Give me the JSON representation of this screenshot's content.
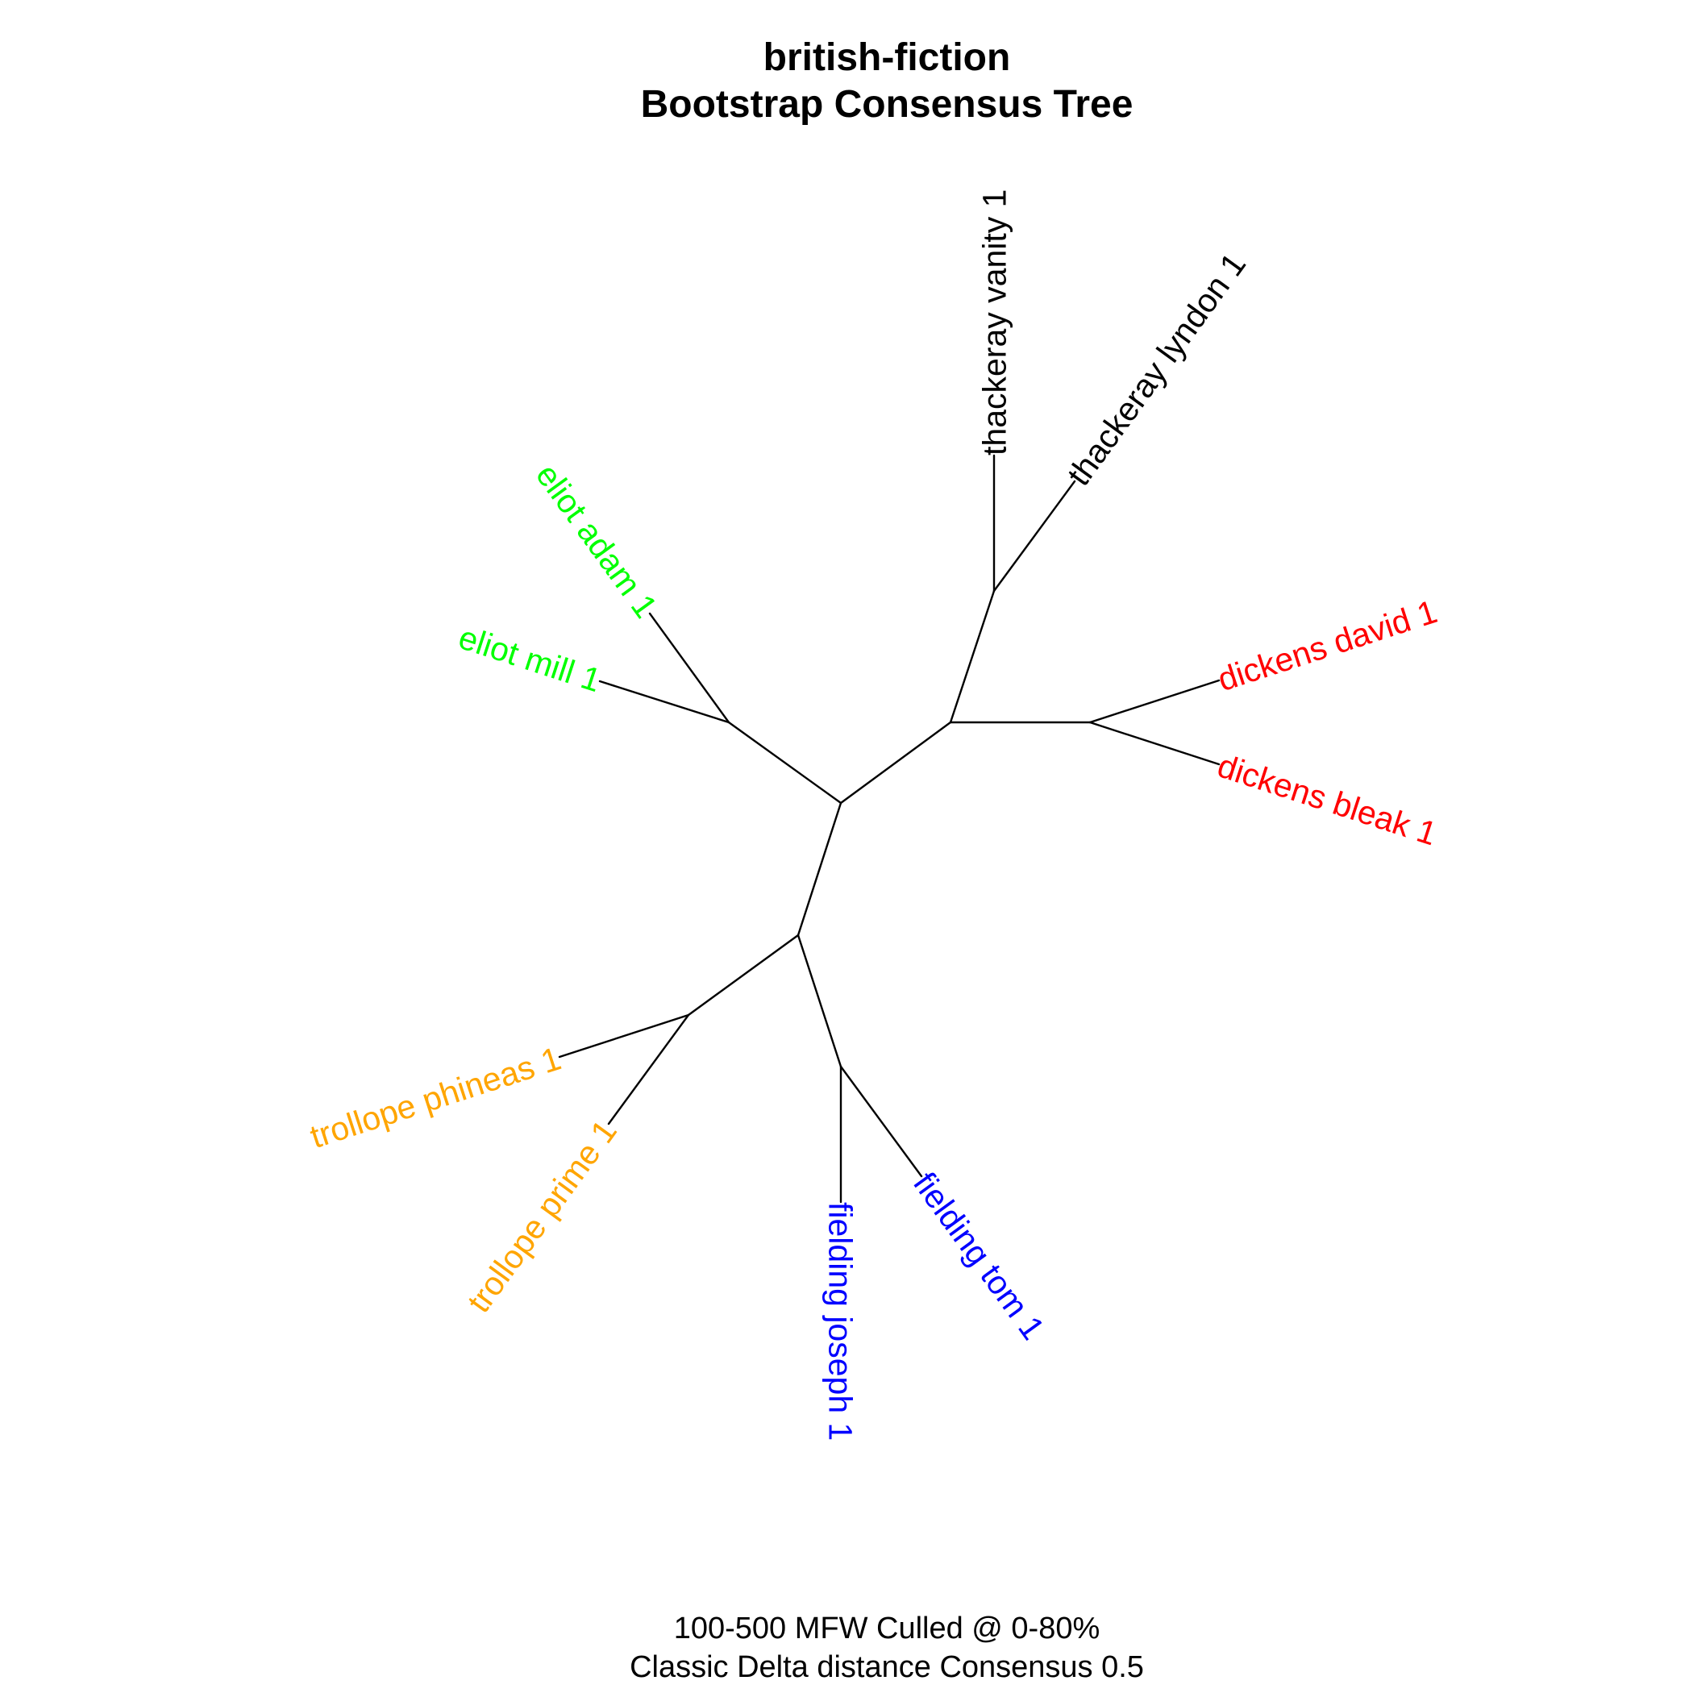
{
  "title": {
    "line1": "british-fiction",
    "line2": "Bootstrap Consensus Tree"
  },
  "subtitle": {
    "line1": "100-500 MFW  Culled @ 0-80%",
    "line2": "Classic Delta distance Consensus 0.5"
  },
  "colors": {
    "thackeray": "#000000",
    "dickens": "#ff0000",
    "eliot": "#00ff00",
    "trollope": "#ffa500",
    "fielding": "#0000ff",
    "branches": "#000000"
  },
  "tree": {
    "type": "unrooted consensus tree",
    "clades": [
      {
        "name": "thackeray",
        "leaves": [
          "thackeray vanity 1",
          "thackeray lyndon 1"
        ]
      },
      {
        "name": "dickens",
        "leaves": [
          "dickens david 1",
          "dickens bleak 1"
        ]
      },
      {
        "name": "eliot",
        "leaves": [
          "eliot adam 1",
          "eliot mill 1"
        ]
      },
      {
        "name": "trollope",
        "leaves": [
          "trollope phineas 1",
          "trollope prime 1"
        ]
      },
      {
        "name": "fielding",
        "leaves": [
          "fielding joseph 1",
          "fielding tom 1"
        ]
      }
    ],
    "leaves": [
      {
        "key": "thackeray-vanity",
        "label": "thackeray vanity 1",
        "group": "thackeray"
      },
      {
        "key": "thackeray-lyndon",
        "label": "thackeray lyndon 1",
        "group": "thackeray"
      },
      {
        "key": "dickens-david",
        "label": "dickens david 1",
        "group": "dickens"
      },
      {
        "key": "dickens-bleak",
        "label": "dickens bleak 1",
        "group": "dickens"
      },
      {
        "key": "eliot-adam",
        "label": "eliot adam 1",
        "group": "eliot"
      },
      {
        "key": "eliot-mill",
        "label": "eliot mill 1",
        "group": "eliot"
      },
      {
        "key": "trollope-phineas",
        "label": "trollope phineas 1",
        "group": "trollope"
      },
      {
        "key": "trollope-prime",
        "label": "trollope prime 1",
        "group": "trollope"
      },
      {
        "key": "fielding-joseph",
        "label": "fielding joseph 1",
        "group": "fielding"
      },
      {
        "key": "fielding-tom",
        "label": "fielding tom 1",
        "group": "fielding"
      }
    ]
  }
}
